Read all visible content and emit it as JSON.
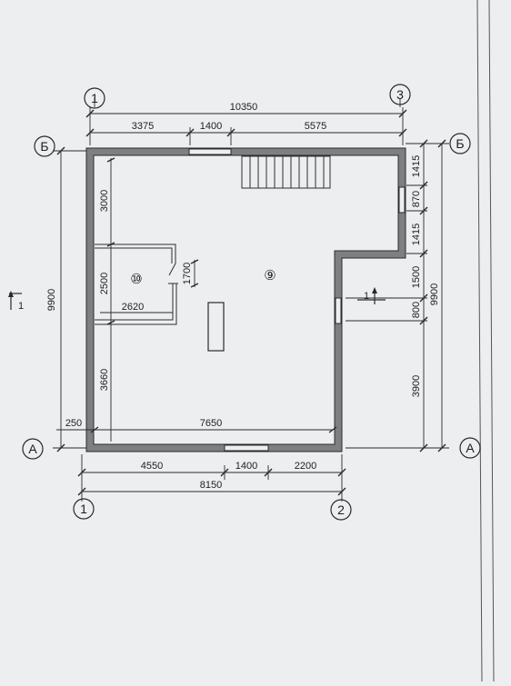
{
  "axes": {
    "top_left": "1",
    "top_right": "3",
    "bottom_left": "1",
    "bottom_right": "2",
    "left_top": "Б",
    "left_bottom": "А",
    "right_top": "Б",
    "right_bottom": "А"
  },
  "dims_top": {
    "total": "10350",
    "seg1": "3375",
    "seg2": "1400",
    "seg3": "5575"
  },
  "dims_bottom": {
    "total": "8150",
    "seg1": "4550",
    "seg2": "1400",
    "seg3": "2200"
  },
  "dims_left": {
    "total": "9900",
    "wall": "250"
  },
  "dims_right": {
    "total": "9900",
    "seg1": "1415",
    "seg2": "870",
    "seg3": "1415",
    "seg4": "1500",
    "seg5": "800",
    "seg6": "3900"
  },
  "dims_inner": {
    "top_left": "3000",
    "room10_height": "2500",
    "room10_width": "2620",
    "door": "1700",
    "bottom_left": "3660",
    "bottom_width": "7650"
  },
  "rooms": {
    "room9": "⑨",
    "room10": "⑩"
  },
  "section": {
    "left": "1",
    "right": "1"
  },
  "colors": {
    "wall": "#7d7f82",
    "ink": "#1e1e1e",
    "paper": "#eceef0"
  }
}
